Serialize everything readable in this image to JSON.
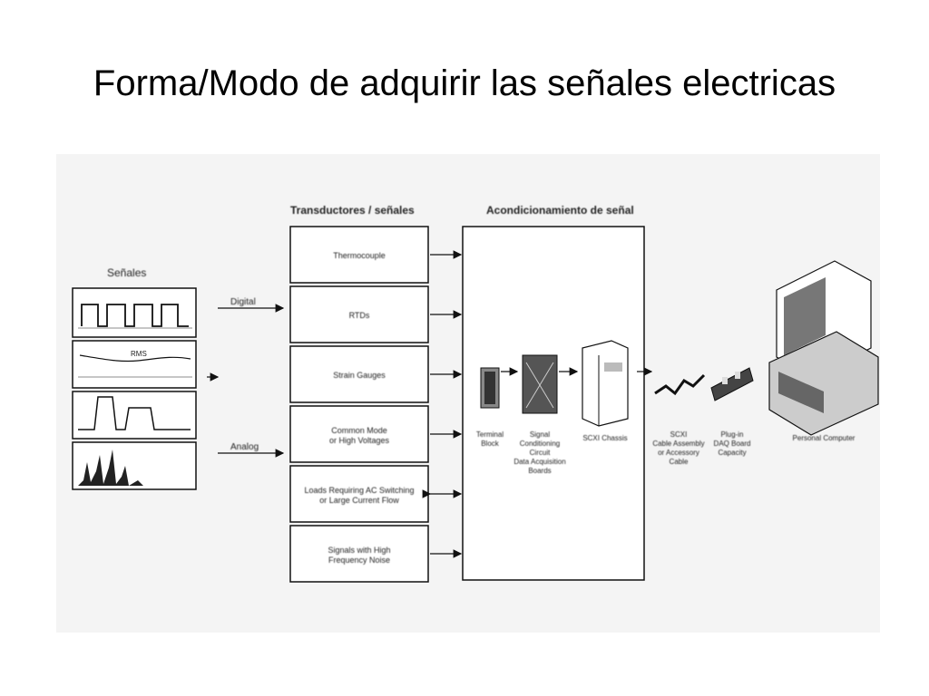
{
  "title": "Forma/Modo de adquirir las señales electricas",
  "diagram": {
    "signals_header": "Señales",
    "transducers_header": "Transductores / señales",
    "conditioning_header": "Acondicionamiento de señal",
    "digital_label": "Digital",
    "analog_label": "Analog",
    "plot_labels": [
      "",
      "RMS",
      "",
      ""
    ],
    "transducers": [
      "Thermocouple",
      "RTDs",
      "Strain Gauges",
      "Common Mode\nor High Voltages",
      "Loads Requiring AC Switching\nor Large Current Flow",
      "Signals with High\nFrequency Noise"
    ],
    "devices": [
      {
        "label": "Terminal\nBlock",
        "icon": "terminal-block-icon"
      },
      {
        "label": "Signal\nConditioning\nCircuit\nData Acquisition\nBoards",
        "icon": "conditioning-board-icon"
      },
      {
        "label": "SCXI Chassis",
        "icon": "chassis-icon"
      },
      {
        "label": "SCXI\nCable Assembly\nor Accessory\nCable",
        "icon": "cable-icon"
      },
      {
        "label": "Plug-in\nDAQ Board\nCapacity",
        "icon": "daq-board-icon"
      },
      {
        "label": "Personal Computer",
        "icon": "computer-icon"
      }
    ]
  }
}
